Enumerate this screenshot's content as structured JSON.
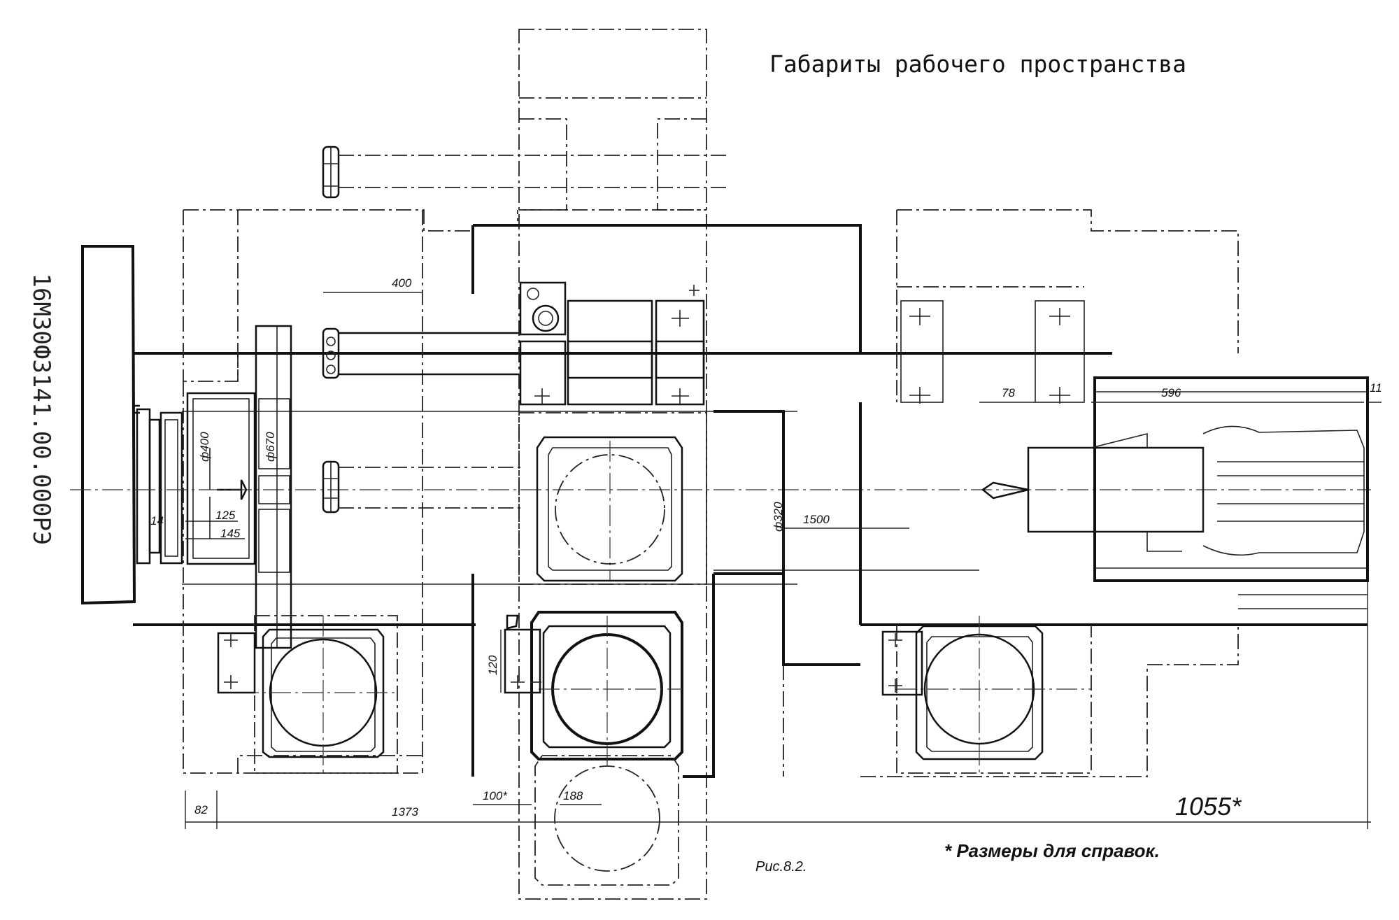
{
  "title": "Габариты рабочего пространства",
  "drawing_code": "16М30Ф3141.00.000РЭ",
  "figure_label": "Рис.8.2.",
  "footnote": "* Размеры для справок.",
  "dimensions": {
    "d400": "ф400",
    "d670": "ф670",
    "d320": "ф320",
    "w400": "400",
    "d125": "125",
    "d145": "145",
    "d14": "14",
    "d78": "78",
    "d596": "596",
    "d11": "11",
    "d1500": "1500",
    "d120": "120",
    "d82": "82",
    "d1373": "1373",
    "d100": "100*",
    "d188": "188",
    "d1055": "1055*"
  }
}
